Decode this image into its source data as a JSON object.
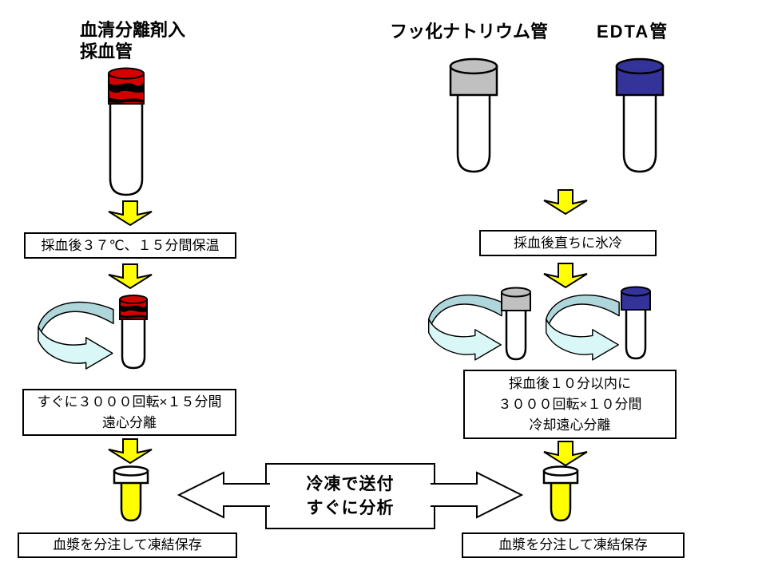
{
  "left": {
    "title_line1": "血清分離剤入",
    "title_line2": "採血管",
    "step_warm": "採血後３７℃、１５分間保温",
    "step_spin_line1": "すぐに３０００回転×１５分間",
    "step_spin_line2": "遠心分離",
    "step_store": "血漿を分注して凍結保存"
  },
  "right": {
    "title_naf": "フッ化ナトリウム管",
    "title_edta": "EDTA管",
    "step_ice": "採血後直ちに氷冷",
    "step_spin_line1": "採血後１０分以内に",
    "step_spin_line2": "３０００回転×１０分間",
    "step_spin_line3": "冷却遠心分離",
    "step_store": "血漿を分注して凍結保存"
  },
  "center": {
    "ship_line1": "冷凍で送付",
    "ship_line2": "すぐに分析"
  },
  "colors": {
    "serum_cap": "#D40000",
    "naf_cap": "#C0C0C0",
    "edta_cap": "#333399",
    "arrow_yellow": "#FFFF00",
    "rotate_top": "#AFD6DA",
    "rotate_front": "#D9F7F7",
    "plasma_yellow": "#FFFF00",
    "outline": "#000000"
  },
  "icons": {
    "down_arrow": "yellow-block-down-arrow",
    "rotate_arrow": "cyan-centrifuge-rotate-arrow",
    "serum_tube": "red-cap-blood-tube",
    "naf_tube": "gray-cap-tube",
    "edta_tube": "navy-cap-tube",
    "cryovial": "yellow-plasma-vial",
    "ship_arrow": "white-horizontal-block-arrow"
  }
}
